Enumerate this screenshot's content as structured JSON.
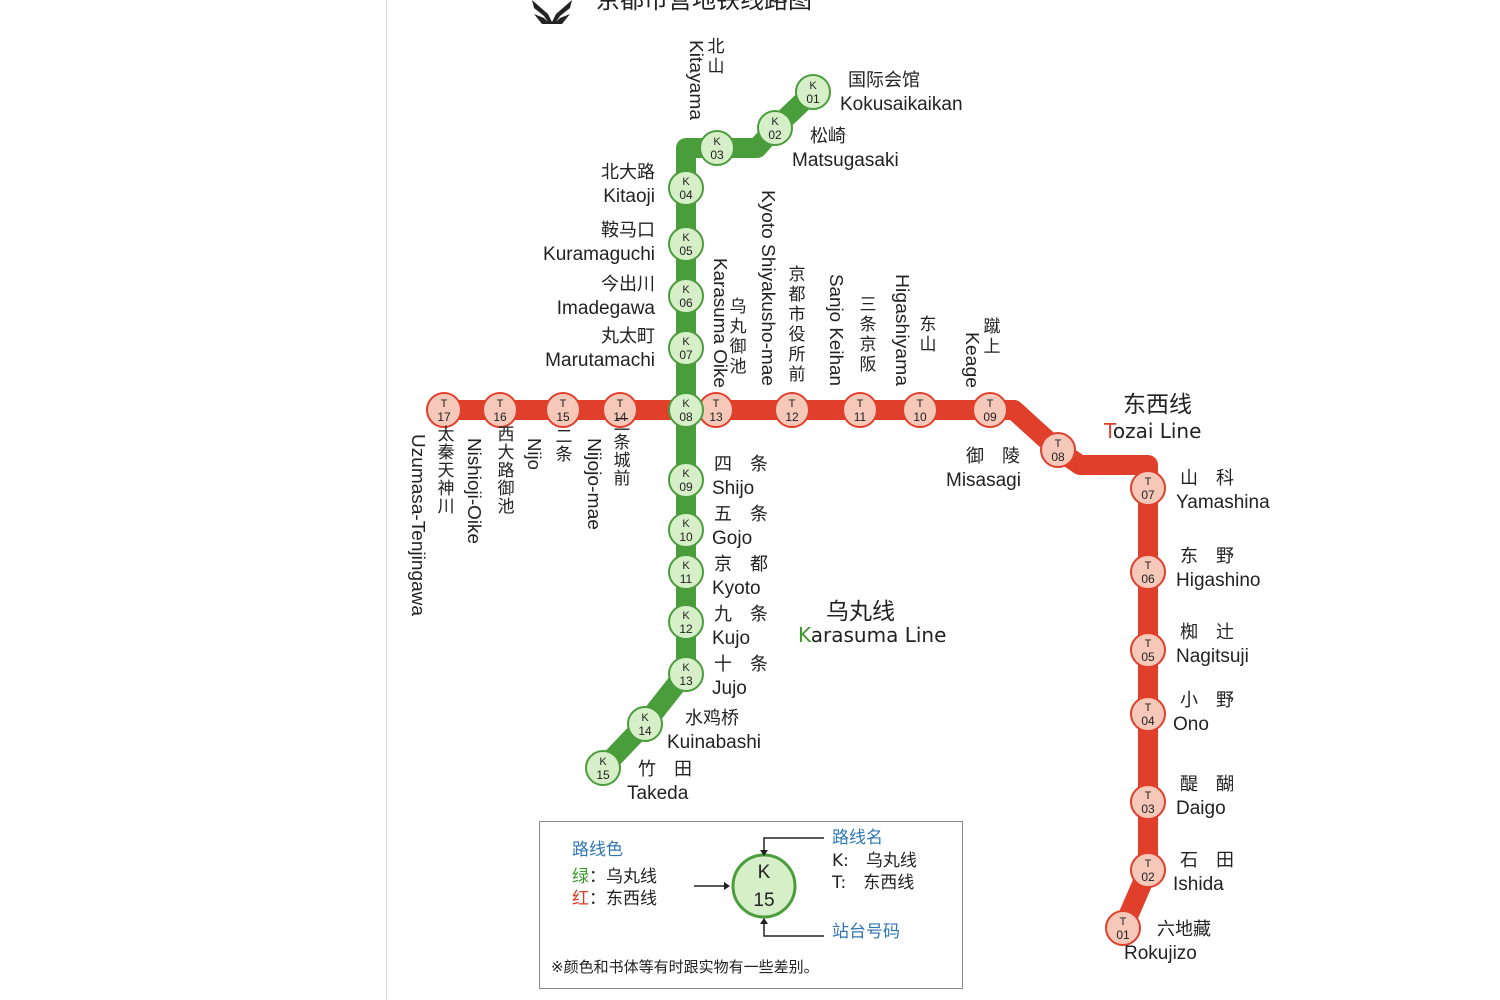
{
  "title": "京都市营地铁线路图",
  "colors": {
    "karasuma": "#4a9d3b",
    "tozai": "#e0402b",
    "karasuma_circle": "#d7efc9",
    "tozai_circle": "#f6c8b9",
    "label_blue": "#2f77b5"
  },
  "lines": {
    "karasuma": {
      "name_cn": "乌丸线",
      "name_en_first": "K",
      "name_en_rest": "arasuma Line"
    },
    "tozai": {
      "name_cn": "东西线",
      "name_en_first": "T",
      "name_en_rest": "ozai Line"
    }
  },
  "karasuma_stations": [
    {
      "code": "K 01",
      "num": "01",
      "cn": "国际会馆",
      "en": "Kokusaikaikan"
    },
    {
      "code": "K 02",
      "num": "02",
      "cn": "松崎",
      "en": "Matsugasaki"
    },
    {
      "code": "K 03",
      "num": "03",
      "cn": "北山",
      "en": "Kitayama"
    },
    {
      "code": "K 04",
      "num": "04",
      "cn": "北大路",
      "en": "Kitaoji"
    },
    {
      "code": "K 05",
      "num": "05",
      "cn": "鞍马口",
      "en": "Kuramaguchi"
    },
    {
      "code": "K 06",
      "num": "06",
      "cn": "今出川",
      "en": "Imadegawa"
    },
    {
      "code": "K 07",
      "num": "07",
      "cn": "丸太町",
      "en": "Marutamachi"
    },
    {
      "code": "K 08",
      "num": "08",
      "cn": "乌丸御池",
      "en": "Karasuma Oike"
    },
    {
      "code": "K 09",
      "num": "09",
      "cn": "四　条",
      "en": "Shijo"
    },
    {
      "code": "K 10",
      "num": "10",
      "cn": "五　条",
      "en": "Gojo"
    },
    {
      "code": "K 11",
      "num": "11",
      "cn": "京　都",
      "en": "Kyoto"
    },
    {
      "code": "K 12",
      "num": "12",
      "cn": "九　条",
      "en": "Kujo"
    },
    {
      "code": "K 13",
      "num": "13",
      "cn": "十　条",
      "en": "Jujo"
    },
    {
      "code": "K 14",
      "num": "14",
      "cn": "水鸡桥",
      "en": "Kuinabashi"
    },
    {
      "code": "K 15",
      "num": "15",
      "cn": "竹　田",
      "en": "Takeda"
    }
  ],
  "tozai_stations": [
    {
      "code": "T 01",
      "num": "01",
      "cn": "六地藏",
      "en": "Rokujizo"
    },
    {
      "code": "T 02",
      "num": "02",
      "cn": "石　田",
      "en": "Ishida"
    },
    {
      "code": "T 03",
      "num": "03",
      "cn": "醍　醐",
      "en": "Daigo"
    },
    {
      "code": "T 04",
      "num": "04",
      "cn": "小　野",
      "en": "Ono"
    },
    {
      "code": "T 05",
      "num": "05",
      "cn": "椥　辻",
      "en": "Nagitsuji"
    },
    {
      "code": "T 06",
      "num": "06",
      "cn": "东　野",
      "en": "Higashino"
    },
    {
      "code": "T 07",
      "num": "07",
      "cn": "山　科",
      "en": "Yamashina"
    },
    {
      "code": "T 08",
      "num": "08",
      "cn": "御　陵",
      "en": "Misasagi"
    },
    {
      "code": "T 09",
      "num": "09",
      "cn": "蹴上",
      "en": "Keage"
    },
    {
      "code": "T 10",
      "num": "10",
      "cn": "东山",
      "en": "Higashiyama"
    },
    {
      "code": "T 11",
      "num": "11",
      "cn": "三条京阪",
      "en": "Sanjo Keihan"
    },
    {
      "code": "T 12",
      "num": "12",
      "cn": "京都市役所前",
      "en": "Kyoto Shiyakusho-mae"
    },
    {
      "code": "T 13",
      "num": "13",
      "cn": "乌丸御池",
      "en": "Karasuma Oike"
    },
    {
      "code": "T 14",
      "num": "14",
      "cn": "二条城前",
      "en": "Nijojo-mae"
    },
    {
      "code": "T 15",
      "num": "15",
      "cn": "二条",
      "en": "Nijo"
    },
    {
      "code": "T 16",
      "num": "16",
      "cn": "西大路御池",
      "en": "Nishioji-Oike"
    },
    {
      "code": "T 17",
      "num": "17",
      "cn": "太秦天神川",
      "en": "Uzumasa-Tenjingawa"
    }
  ],
  "legend": {
    "color_title": "路线色",
    "green_key": "绿",
    "green_line": "：乌丸线",
    "red_key": "红",
    "red_line": "：东西线",
    "sample_letter": "K",
    "sample_number": "15",
    "name_title": "路线名",
    "k_item": "K:　乌丸线",
    "t_item": "T:　东西线",
    "number_title": "站台号码",
    "note": "※颜色和书体等有时跟实物有一些差别。"
  }
}
